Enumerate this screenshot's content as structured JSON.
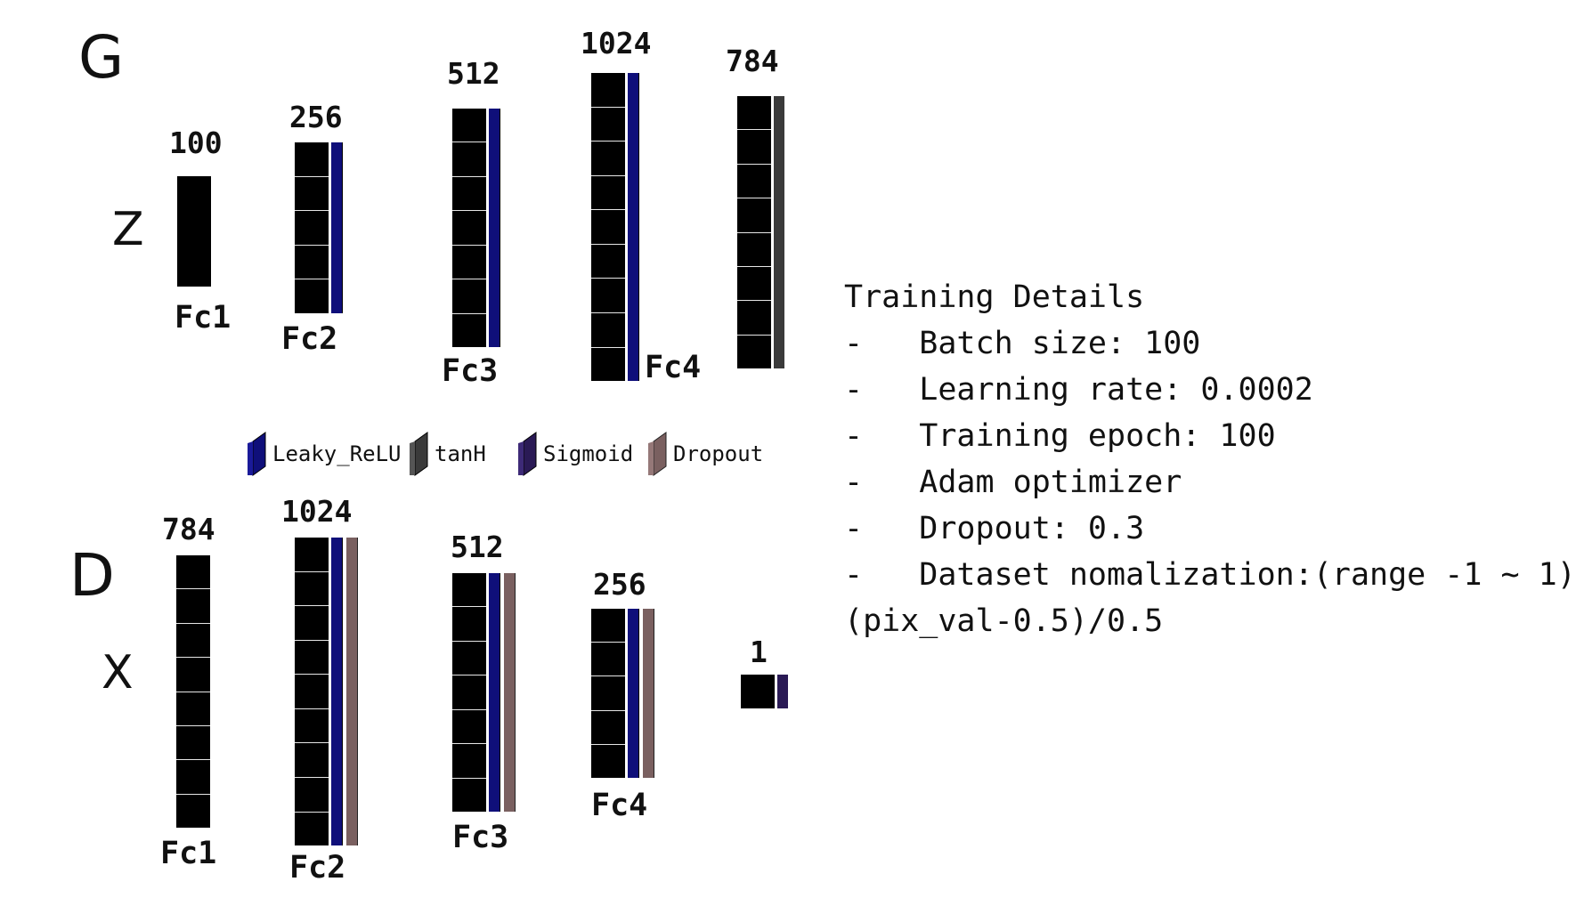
{
  "generator": {
    "label": "G",
    "input_label": "Z",
    "layers": [
      {
        "size": "100",
        "name": "Fc1",
        "activation": "none"
      },
      {
        "size": "256",
        "name": "Fc2",
        "activation": "leaky_relu"
      },
      {
        "size": "512",
        "name": "Fc3",
        "activation": "leaky_relu"
      },
      {
        "size": "1024",
        "name": "Fc4",
        "activation": "leaky_relu"
      },
      {
        "size": "784",
        "name": "",
        "activation": "tanh"
      }
    ]
  },
  "discriminator": {
    "label": "D",
    "input_label": "X",
    "layers": [
      {
        "size": "784",
        "name": "Fc1",
        "activation": "none"
      },
      {
        "size": "1024",
        "name": "Fc2",
        "activation": "leaky_relu+dropout"
      },
      {
        "size": "512",
        "name": "Fc3",
        "activation": "leaky_relu+dropout"
      },
      {
        "size": "256",
        "name": "Fc4",
        "activation": "leaky_relu+dropout"
      },
      {
        "size": "1",
        "name": "",
        "activation": "sigmoid"
      }
    ]
  },
  "legend": {
    "items": [
      {
        "label": "Leaky_ReLU",
        "color": "#0f0f7a"
      },
      {
        "label": "tanH",
        "color": "#3a3a3a"
      },
      {
        "label": "Sigmoid",
        "color": "#2a1a55"
      },
      {
        "label": "Dropout",
        "color": "#7a6060"
      }
    ]
  },
  "training_details": {
    "title": "Training Details",
    "lines": [
      "-   Batch size: 100",
      "-   Learning rate: 0.0002",
      "-   Training epoch: 100",
      "-   Adam optimizer",
      "-   Dropout: 0.3",
      "-   Dataset nomalization:(range -1 ~ 1)",
      "(pix_val-0.5)/0.5"
    ]
  }
}
